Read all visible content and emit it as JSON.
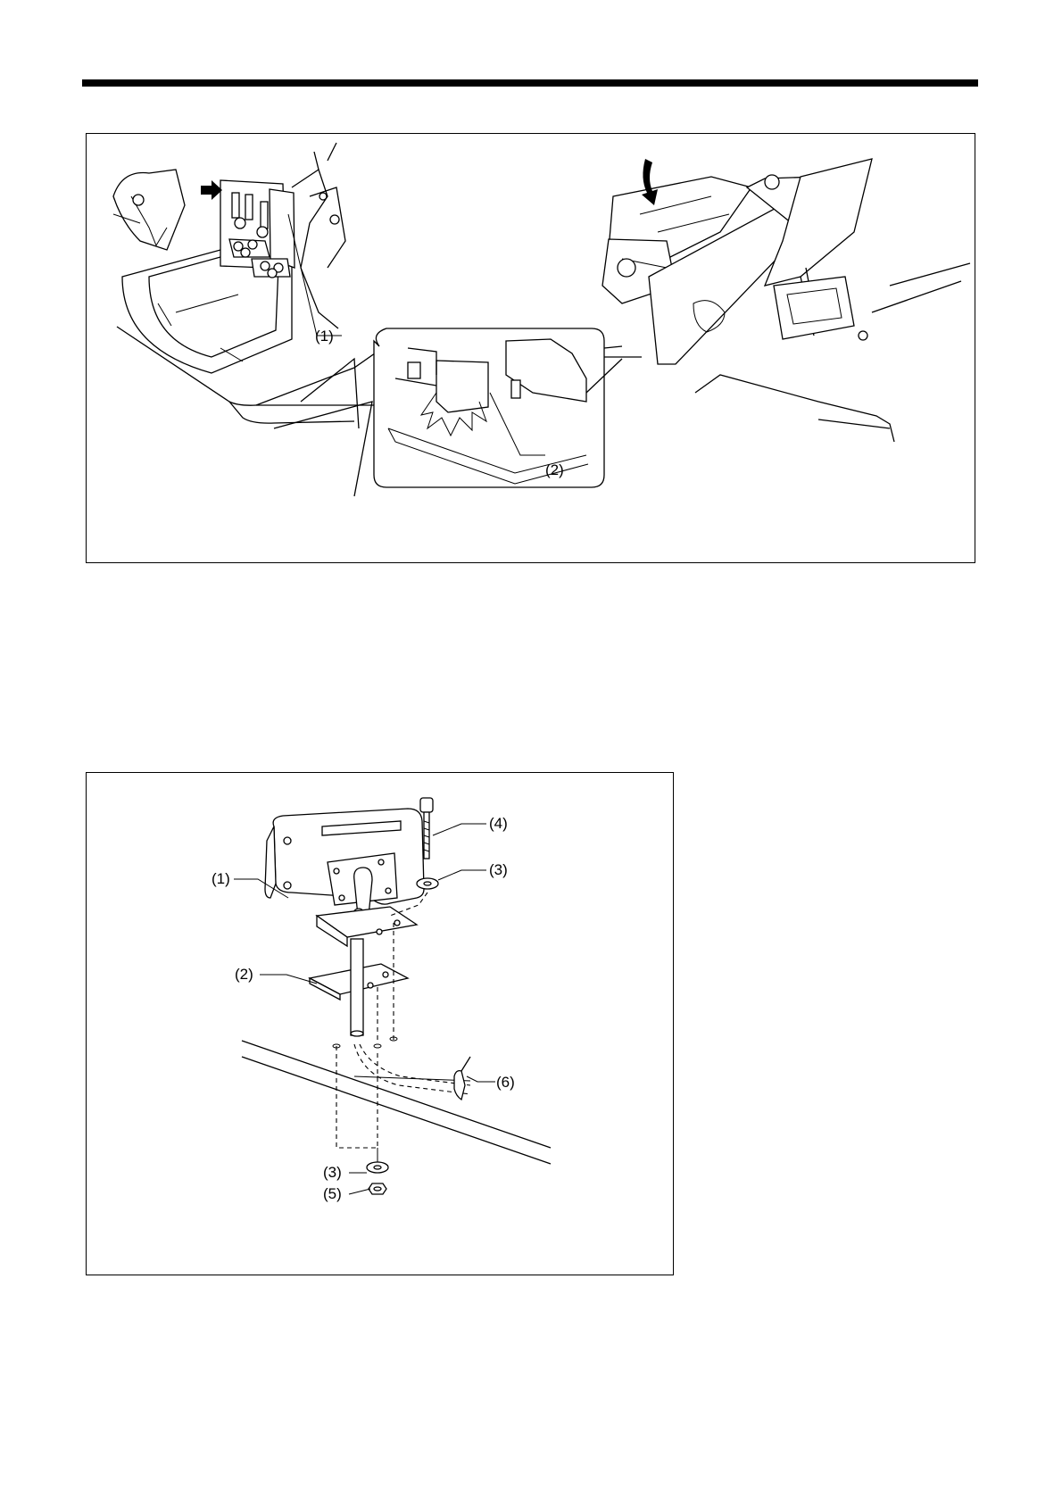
{
  "figure1": {
    "callouts": {
      "c1": "(1)",
      "c2": "(2)"
    }
  },
  "figure2": {
    "callouts": {
      "c1": "(1)",
      "c2": "(2)",
      "c3a": "(3)",
      "c3b": "(3)",
      "c4": "(4)",
      "c5": "(5)",
      "c6": "(6)"
    }
  }
}
